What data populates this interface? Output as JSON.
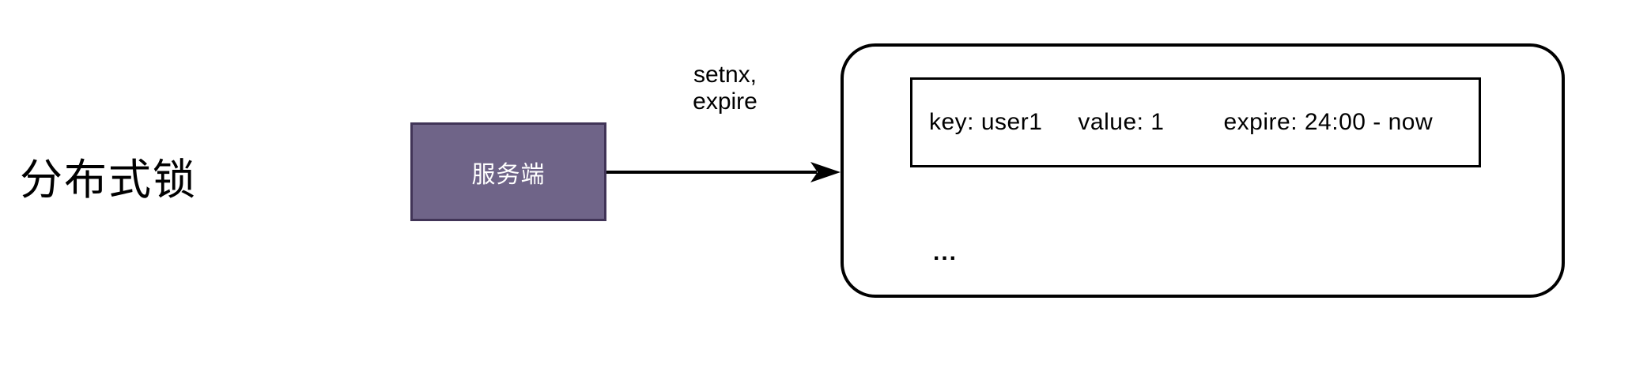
{
  "title": "分布式锁",
  "server": {
    "label": "服务端"
  },
  "arrow": {
    "label_line1": "setnx,",
    "label_line2": "expire"
  },
  "store": {
    "record": {
      "key": "key: user1",
      "value": "value: 1",
      "expire": "expire: 24:00 - now"
    },
    "ellipsis": "..."
  },
  "colors": {
    "background": "#FFFFFF",
    "text": "#000000",
    "stroke": "#000000",
    "server_fill": "#6F6488",
    "server_border": "#413457",
    "server_text": "#FFFFFF"
  }
}
